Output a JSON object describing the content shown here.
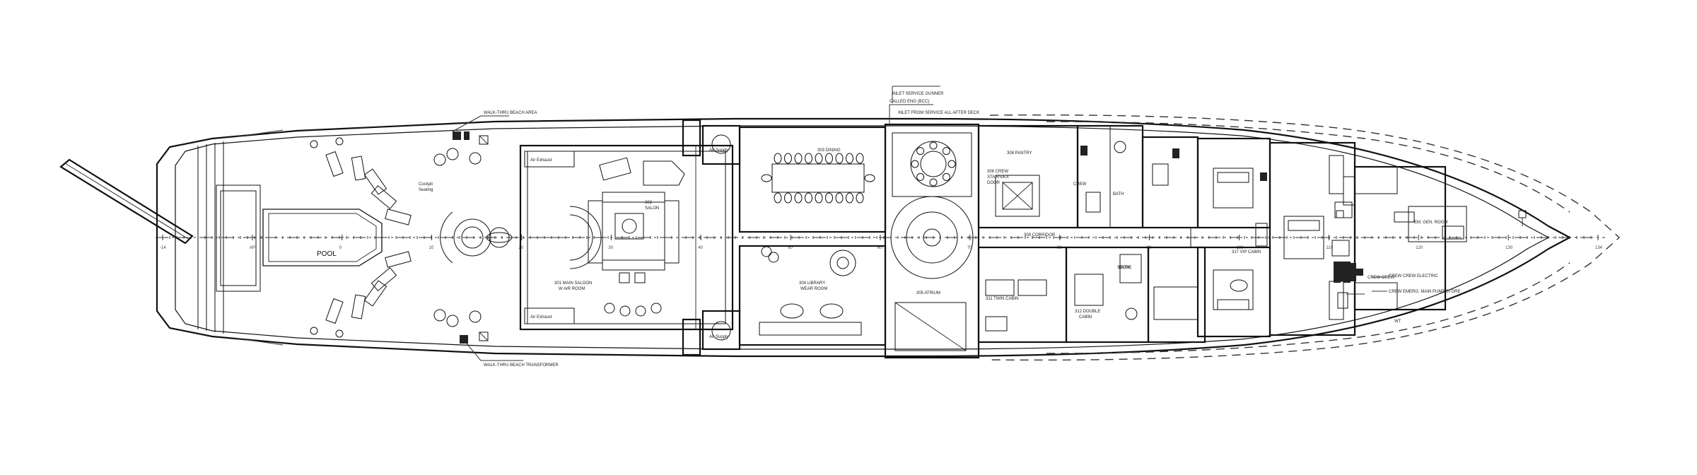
{
  "rooms": {
    "pool": "POOL",
    "cockpit": "Cockpit\nSeating",
    "air_exhaust_1": "Air Exhaust",
    "air_exhaust_2": "Air Exhaust",
    "air_supply_1": "Air Supply",
    "air_supply_2": "Air Supply",
    "main_salon_a": "301 MAIN SALOON",
    "main_salon_b": "W AIR ROOM",
    "salon": "302\nSALON",
    "dining": "303 DINING",
    "library_a": "304 LIBRARY",
    "library_b": "WEAR ROOM",
    "atrium": "305 ATRIUM",
    "pantry": "308 PANTRY",
    "crew_stairs_a": "306 CREW",
    "crew_stairs_b": "STAIRS/EX",
    "crew_stairs_c": "DOOR",
    "corridor": "309 CORRIDOR",
    "twin_cabin": "311 TWIN CABIN",
    "double_cabin_a": "312 DOUBLE",
    "double_cabin_b": "CABIN",
    "store": "STORE",
    "bath_1": "BATH",
    "bath_2": "BATH",
    "crew_room": "CREW",
    "vip_cabin": "317 VIP CABIN",
    "em_gen_room": "EM. GEN. ROOM",
    "wt": "WT"
  },
  "annotations": {
    "top_left": "WALK-THRU BEACH AREA",
    "bottom_left": "WALK-THRU BEACH TRANSFORMER",
    "top_center_a": "CALLED ENG (BCC)",
    "top_center_b": "INLET SERVICE GUNNER",
    "top_center_c": "INLET FROM SERVICE ALL AFTER DECK",
    "right_a": "CREW CREW",
    "right_b": "CREW CREW ELECTRIC",
    "right_c": "CREW EMERG. MAIN PUMP STORE"
  },
  "frames": [
    "-14",
    "AP",
    "0",
    "10",
    "20",
    "30",
    "40",
    "50",
    "60",
    "70",
    "80",
    "90",
    "100",
    "110",
    "120",
    "130",
    "134"
  ]
}
